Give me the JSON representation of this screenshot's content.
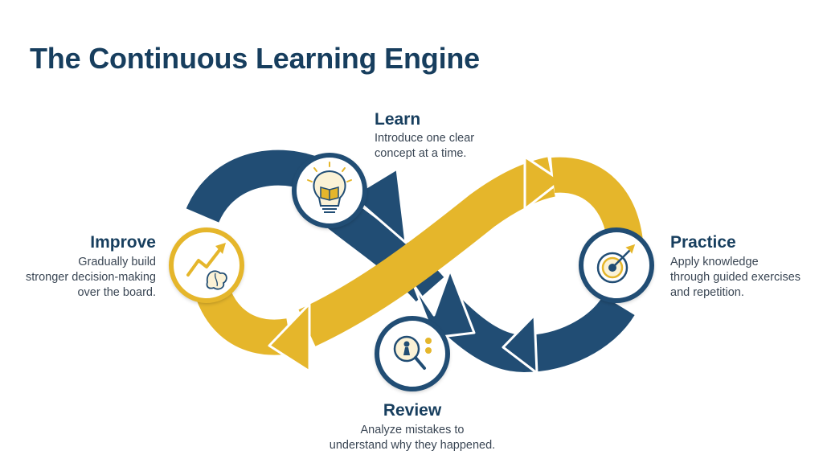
{
  "title": "The Continuous Learning Engine",
  "colors": {
    "navy": "#214d74",
    "gold": "#e5b62b",
    "title": "#173e5e"
  },
  "stages": [
    {
      "id": "learn",
      "title": "Learn",
      "lines": [
        "Introduce one clear",
        "concept at a time."
      ],
      "icon": "lightbulb-book-icon"
    },
    {
      "id": "practice",
      "title": "Practice",
      "lines": [
        "Apply knowledge",
        "through guided exercises",
        "and repetition."
      ],
      "icon": "target-arrow-icon"
    },
    {
      "id": "review",
      "title": "Review",
      "lines": [
        "Analyze mistakes to",
        "understand why they happened."
      ],
      "icon": "magnifier-chess-icon"
    },
    {
      "id": "improve",
      "title": "Improve",
      "lines": [
        "Gradually build",
        "stronger decision-making",
        "over the board."
      ],
      "icon": "brain-trend-icon"
    }
  ]
}
